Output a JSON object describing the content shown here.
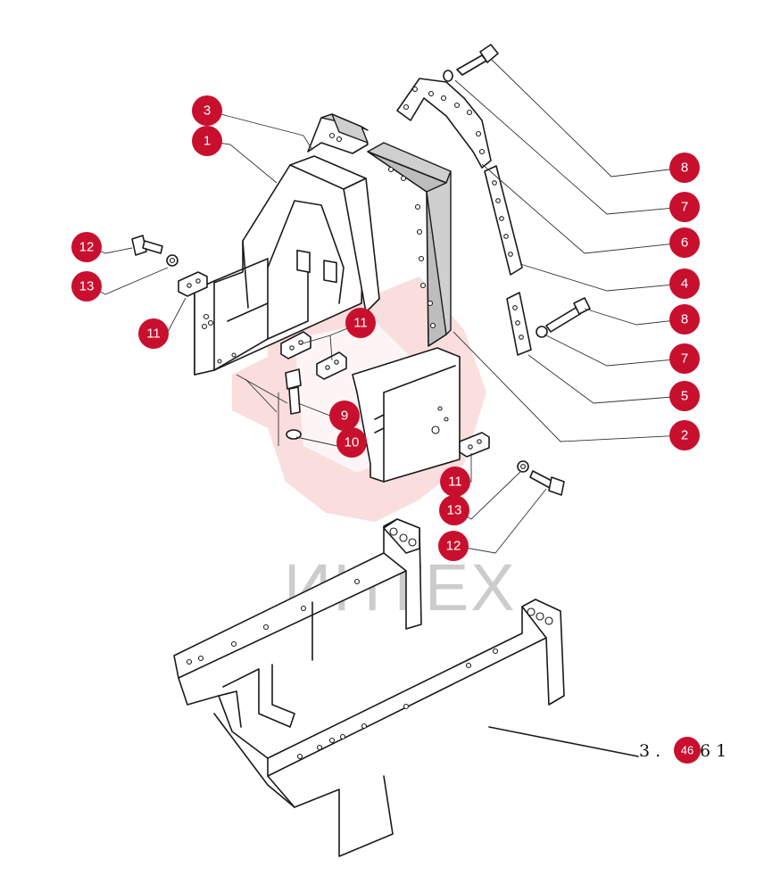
{
  "watermark": {
    "text": "ИНТЕХ",
    "color": "#f4a6a6"
  },
  "callouts": [
    {
      "id": "callout-3",
      "label": "3"
    },
    {
      "id": "callout-1",
      "label": "1"
    },
    {
      "id": "callout-12-left",
      "label": "12"
    },
    {
      "id": "callout-13-left",
      "label": "13"
    },
    {
      "id": "callout-11-left",
      "label": "11"
    },
    {
      "id": "callout-11-center",
      "label": "11"
    },
    {
      "id": "callout-9",
      "label": "9"
    },
    {
      "id": "callout-10",
      "label": "10"
    },
    {
      "id": "callout-11-bottom",
      "label": "11"
    },
    {
      "id": "callout-13-bottom",
      "label": "13"
    },
    {
      "id": "callout-12-bottom",
      "label": "12"
    },
    {
      "id": "callout-8-top",
      "label": "8"
    },
    {
      "id": "callout-7-top",
      "label": "7"
    },
    {
      "id": "callout-6",
      "label": "6"
    },
    {
      "id": "callout-4",
      "label": "4"
    },
    {
      "id": "callout-8-mid",
      "label": "8"
    },
    {
      "id": "callout-7-mid",
      "label": "7"
    },
    {
      "id": "callout-5",
      "label": "5"
    },
    {
      "id": "callout-2",
      "label": "2"
    }
  ],
  "reference": {
    "prefix": "3 . ",
    "badge": "46",
    "suffix": "6 1"
  },
  "colors": {
    "callout": "#c8102e",
    "line": "#1a1a1a",
    "shaded_part": "#cfcfcf"
  }
}
